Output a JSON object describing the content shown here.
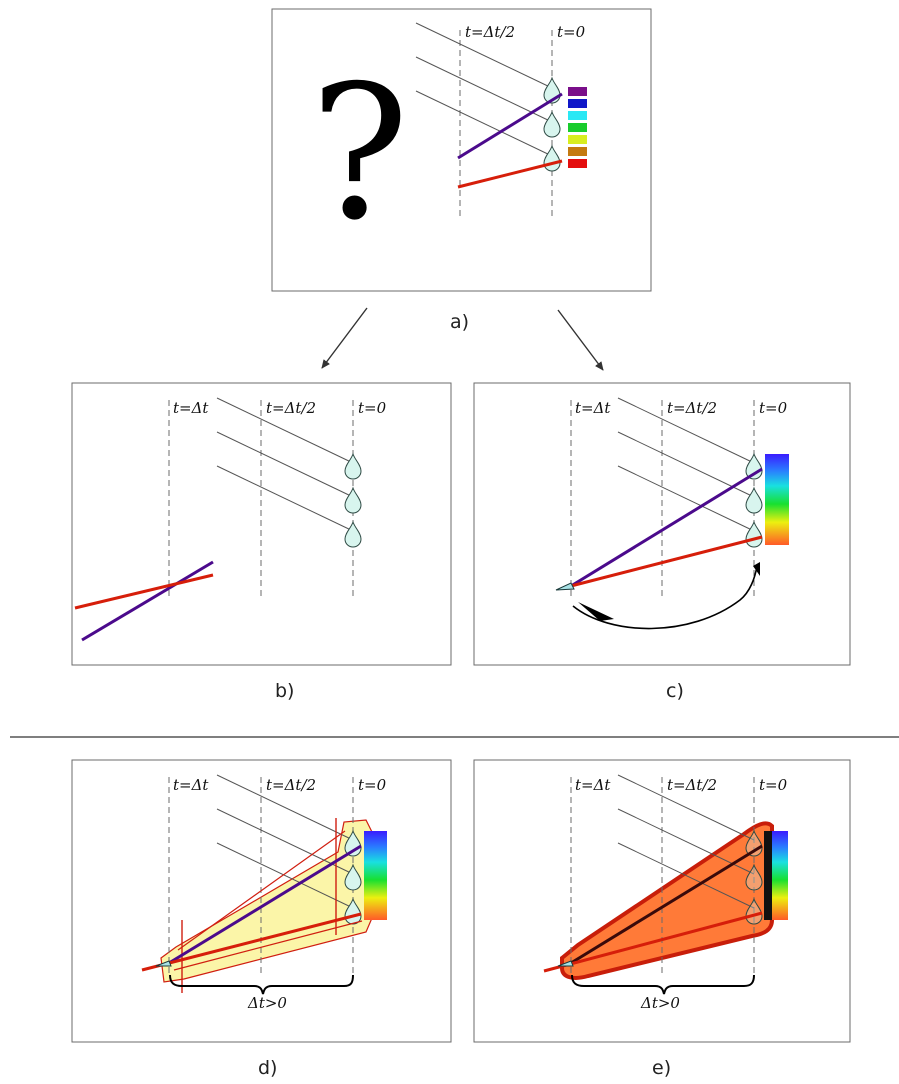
{
  "figure": {
    "panel_labels": [
      "a)",
      "b)",
      "c)",
      "d)",
      "e)"
    ],
    "question_mark": "?",
    "time_labels": {
      "t_dt": "t=Δt",
      "t_half": "t=Δt/2",
      "t_zero": "t=0"
    },
    "interval_label": "Δt>0"
  },
  "colors": {
    "purple_line": "#4b0a8c",
    "red_line": "#d61e0a",
    "cone_fill_d": "#fbf5a8",
    "cone_fill_e": "#ff7a38",
    "cone_edge": "#c81e0a",
    "swatches": [
      "#7a0f8a",
      "#1017c8",
      "#29e8f4",
      "#18cc2c",
      "#d8ee20",
      "#c47a10",
      "#e40e0e"
    ]
  },
  "icons": [
    "raindrop-icon",
    "eye-icon",
    "arrow-icon",
    "brace-icon"
  ]
}
